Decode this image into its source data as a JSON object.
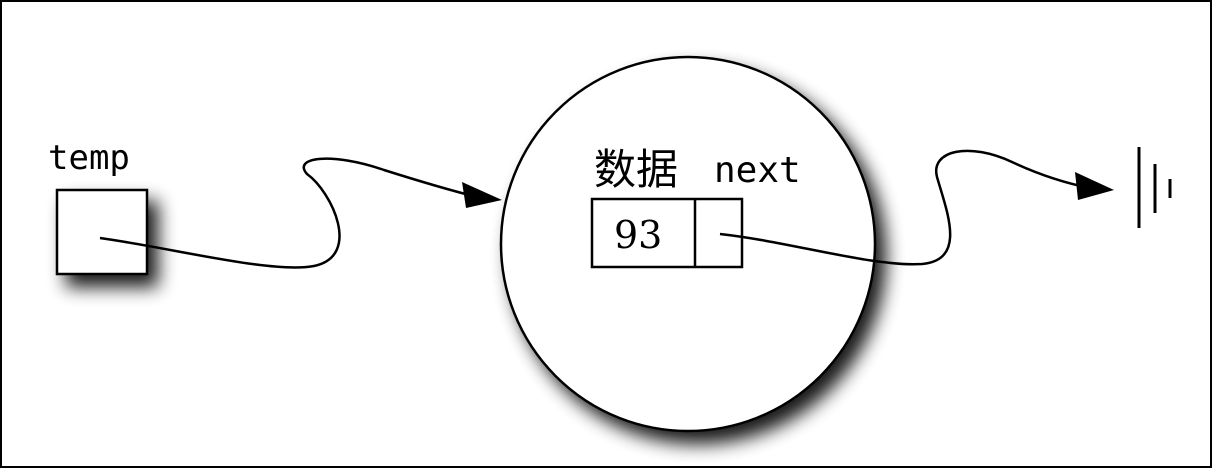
{
  "diagram": {
    "pointer_variable": {
      "label": "temp"
    },
    "node": {
      "data_label": "数据",
      "next_label": "next",
      "value": "93"
    },
    "terminator": {
      "icon": "ground-null-icon"
    },
    "colors": {
      "stroke": "#000000",
      "fill": "#ffffff",
      "shadow": "#000000"
    }
  }
}
